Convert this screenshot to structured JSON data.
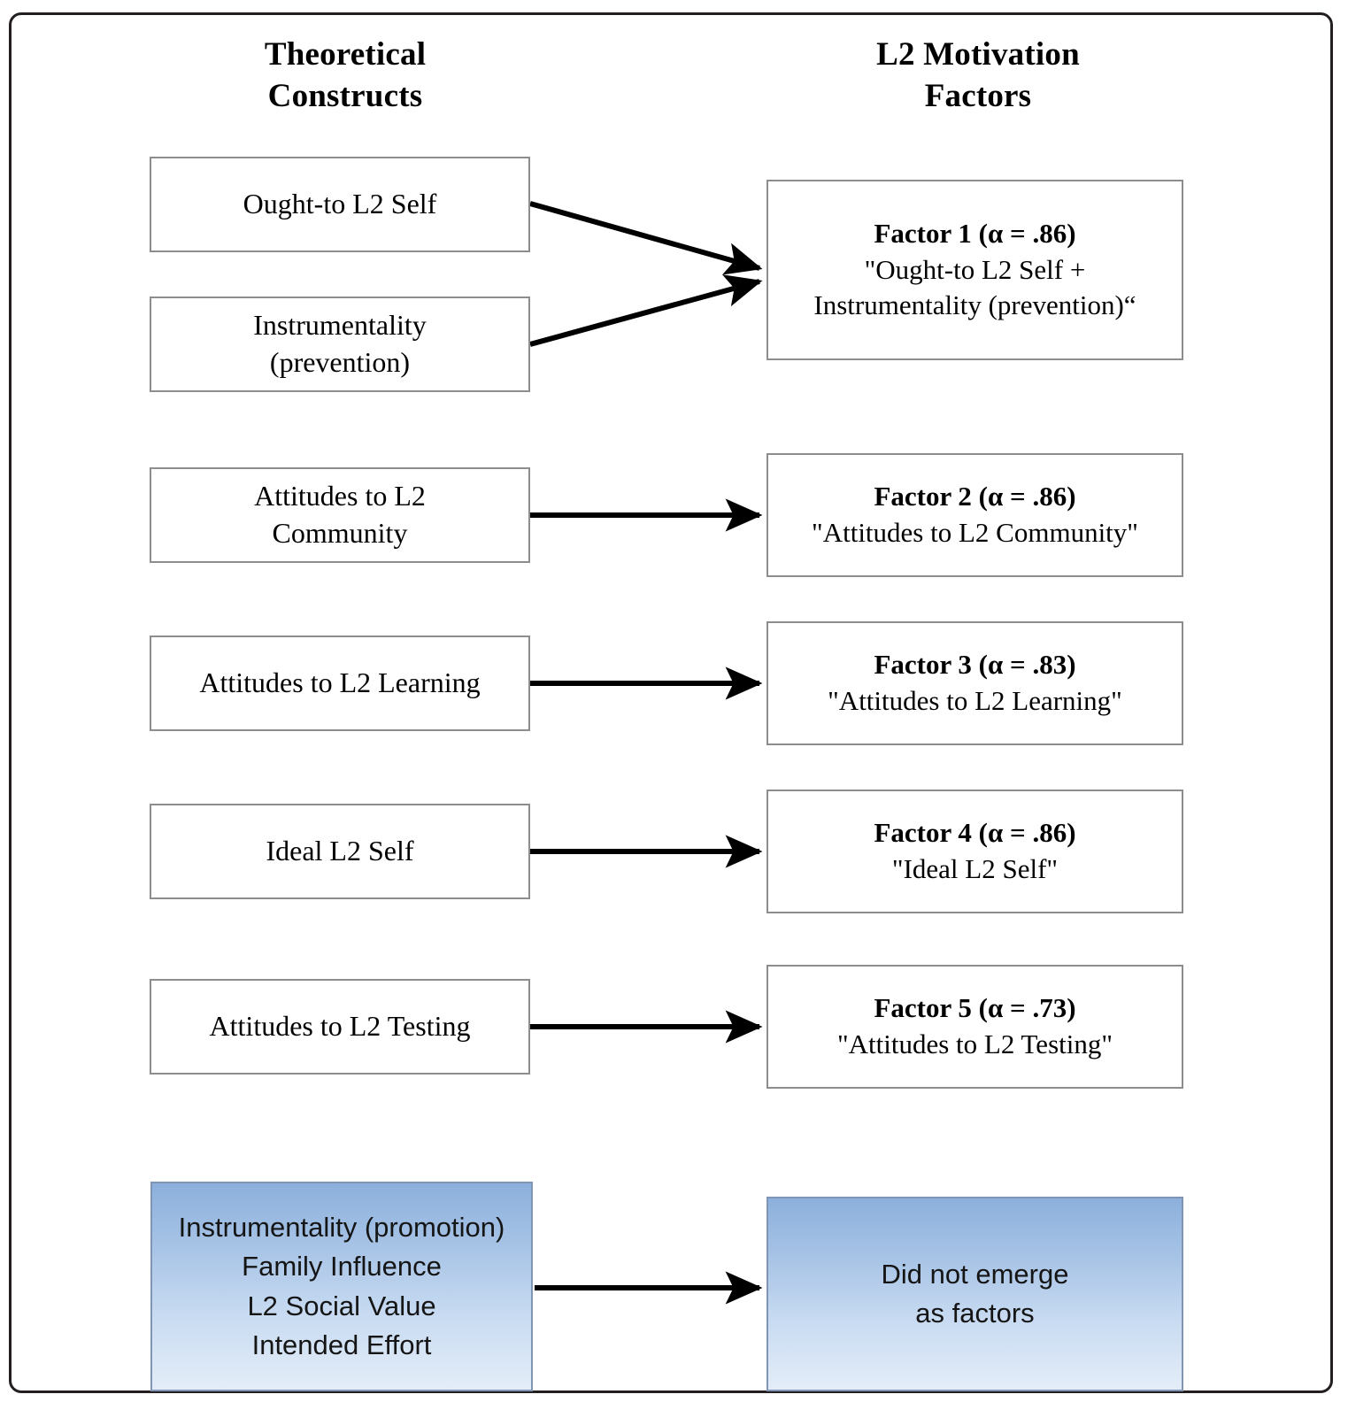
{
  "headers": {
    "left": "Theoretical\nConstructs",
    "right": "L2 Motivation\nFactors"
  },
  "constructs": [
    {
      "id": "ought-to-l2-self",
      "label": "Ought-to L2 Self"
    },
    {
      "id": "instrumentality-prevention",
      "label": "Instrumentality\n(prevention)"
    },
    {
      "id": "attitudes-to-l2-community",
      "label": "Attitudes to L2\nCommunity"
    },
    {
      "id": "attitudes-to-l2-learning",
      "label": "Attitudes to L2 Learning"
    },
    {
      "id": "ideal-l2-self",
      "label": "Ideal L2 Self"
    },
    {
      "id": "attitudes-to-l2-testing",
      "label": "Attitudes to L2 Testing"
    }
  ],
  "factors": [
    {
      "id": "factor-1",
      "title": "Factor 1 (α = .86)",
      "name": "\"Ought-to L2 Self +\nInstrumentality (prevention)“"
    },
    {
      "id": "factor-2",
      "title": "Factor 2 (α = .86)",
      "name": "\"Attitudes to L2 Community\""
    },
    {
      "id": "factor-3",
      "title": "Factor 3 (α = .83)",
      "name": "\"Attitudes to L2 Learning\""
    },
    {
      "id": "factor-4",
      "title": "Factor 4 (α = .86)",
      "name": "\"Ideal L2 Self\""
    },
    {
      "id": "factor-5",
      "title": "Factor 5 (α = .73)",
      "name": "\"Attitudes to L2 Testing\""
    }
  ],
  "non_emerging": {
    "left_label": "Instrumentality (promotion)\nFamily Influence\nL2 Social Value\nIntended Effort",
    "right_label": "Did not emerge\nas factors"
  },
  "alpha_values": {
    "factor_1": 0.86,
    "factor_2": 0.86,
    "factor_3": 0.83,
    "factor_4": 0.86,
    "factor_5": 0.73
  },
  "colors": {
    "frame": "#231f20",
    "box_border": "#8d8d90",
    "gradient_top": "#8cb0dc",
    "gradient_bottom": "#e3edf8",
    "gradient_border": "#7f95b3",
    "arrow": "#000000",
    "text": "#000000"
  }
}
